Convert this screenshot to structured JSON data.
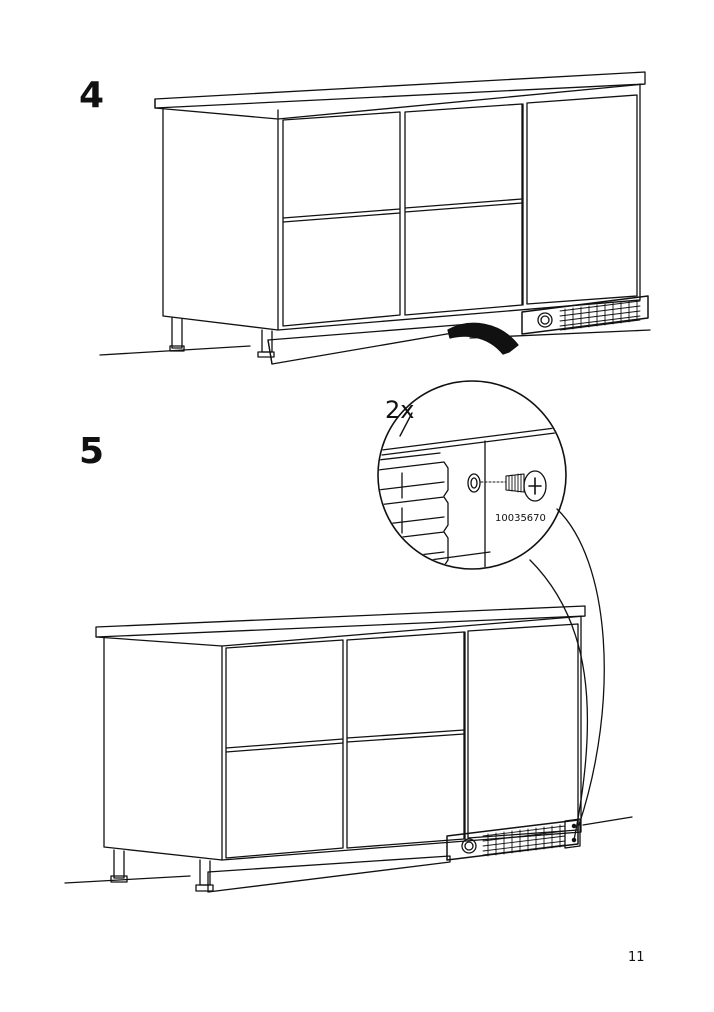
{
  "steps": [
    {
      "number": "4"
    },
    {
      "number": "5",
      "quantity": "2x",
      "part_number": "10035670"
    }
  ],
  "page_number": "11"
}
